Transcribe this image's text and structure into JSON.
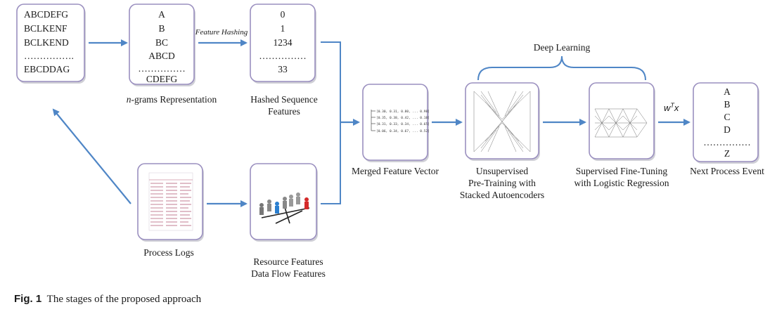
{
  "box_sequences": {
    "lines": [
      "ABCDEFG",
      "BCLKENF",
      "BCLKEND",
      "…………….",
      "EBCDDAG"
    ]
  },
  "box_ngrams": {
    "lines": [
      "A",
      "B",
      "BC",
      "ABCD",
      "……………",
      "CDEFG"
    ],
    "caption": "n-grams Representation",
    "caption_italic": "n"
  },
  "feature_hashing_label": "Feature Hashing",
  "box_hashed": {
    "lines": [
      "0",
      "1",
      "1234",
      "……………",
      "33"
    ],
    "caption_lines": [
      "Hashed Sequence",
      "Features"
    ]
  },
  "merged": {
    "caption": "Merged Feature Vector",
    "vectors": [
      "[0.30, 0.31, 0.80, ... 0.98]",
      "[0.35, 0.38, 0.42, ... 0.18]",
      "[0.31, 0.33, 0.34, ... 0.65]",
      "[0.06, 0.34, 0.67, ... 0.52]"
    ]
  },
  "deep_learning_label": "Deep Learning",
  "unsupervised": {
    "caption_lines": [
      "Unsupervised",
      "Pre-Training with",
      "Stacked Autoencoders"
    ]
  },
  "supervised": {
    "caption_lines": [
      "Supervised Fine-Tuning",
      "with Logistic Regression"
    ]
  },
  "wtx_label": {
    "base": "w",
    "sup": "T",
    "tail": "x"
  },
  "next_event": {
    "lines": [
      "A",
      "B",
      "C",
      "D",
      "……………",
      "Z"
    ],
    "caption": "Next Process Event"
  },
  "process_logs": {
    "caption": "Process Logs"
  },
  "resource": {
    "caption_lines": [
      "Resource Features",
      "Data Flow Features"
    ]
  },
  "figure_caption": {
    "label": "Fig. 1",
    "text": "The stages of the proposed approach"
  },
  "colors": {
    "arrow": "#4f86c6",
    "box_border": "#9a8fbf"
  }
}
